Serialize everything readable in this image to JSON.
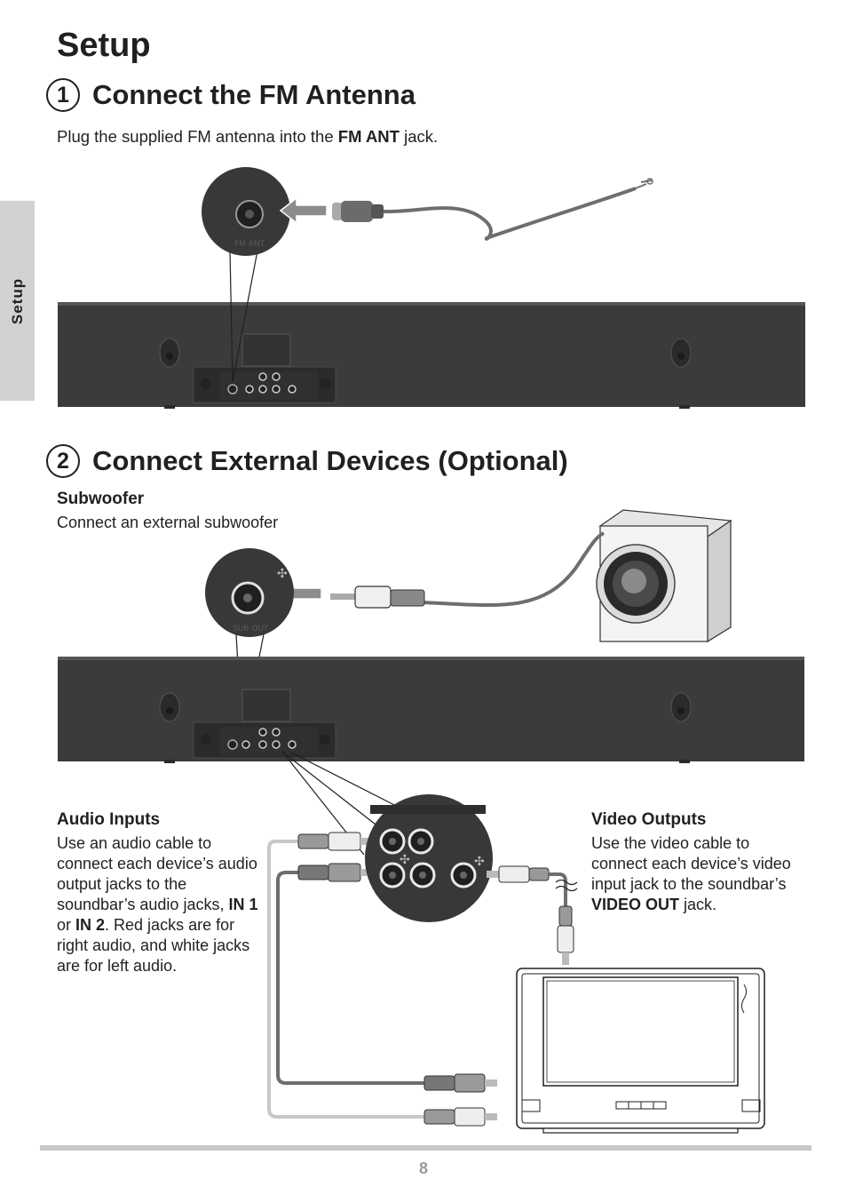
{
  "side_tab": "Setup",
  "page_title": "Setup",
  "section1": {
    "number": "1",
    "title": "Connect the FM Antenna",
    "instruction_pre": "Plug the supplied FM antenna into the ",
    "instruction_bold": "FM ANT",
    "instruction_post": " jack."
  },
  "section2": {
    "number": "2",
    "title": "Connect External Devices (Optional)",
    "subwoofer": {
      "heading": "Subwoofer",
      "text": "Connect an external subwoofer"
    },
    "audio_inputs": {
      "heading": "Audio Inputs",
      "text_1": "Use an audio cable to connect each device’s audio output jacks to the soundbar’s audio jacks, ",
      "bold_1": "IN 1",
      "text_2": " or ",
      "bold_2": "IN 2",
      "text_3": ". Red jacks are for right audio, and white jacks are for left audio."
    },
    "video_outputs": {
      "heading": "Video Outputs",
      "text_1": "Use the video cable to connect each device’s video input jack to the soundbar’s ",
      "bold_1": "VIDEO OUT",
      "text_2": " jack."
    }
  },
  "page_number": "8"
}
